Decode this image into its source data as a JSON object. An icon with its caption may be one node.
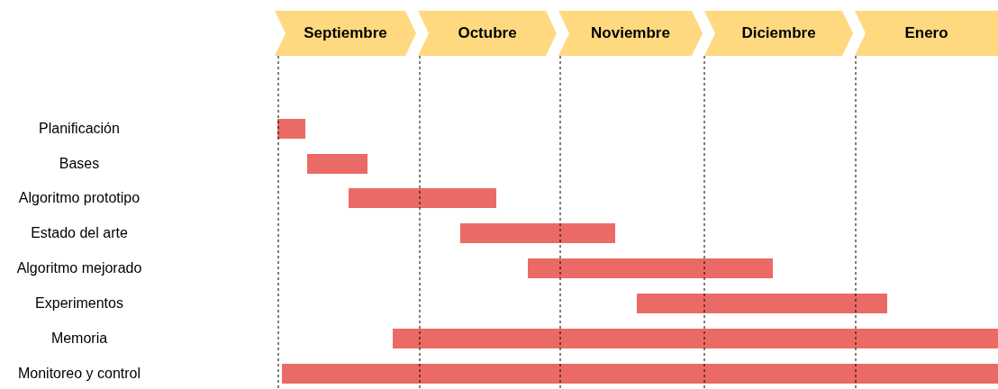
{
  "diagram": {
    "nodes": [
      {
        "text": [
          "Septiembre"
        ]
      },
      {
        "text": [
          "Octubre"
        ]
      },
      {
        "text": [
          "Noviembre"
        ]
      },
      {
        "text": [
          "Diciembre"
        ]
      },
      {
        "text": [
          "Enero"
        ]
      },
      {
        "text": [],
        "shape": "bar"
      },
      {
        "text": [],
        "shape": "bar"
      },
      {
        "text": [],
        "shape": "bar"
      },
      {
        "text": [],
        "shape": "bar"
      },
      {
        "text": [],
        "shape": "bar"
      },
      {
        "text": [],
        "shape": "bar"
      },
      {
        "text": [],
        "shape": "bar"
      },
      {
        "text": [],
        "shape": "bar"
      }
    ],
    "labels": [
      "Planificación",
      "Bases",
      "Algoritmo prototipo",
      "Estado del arte",
      "Algoritmo mejorado",
      "Experimentos",
      "Memoria",
      "Monitoreo y control"
    ]
  }
}
